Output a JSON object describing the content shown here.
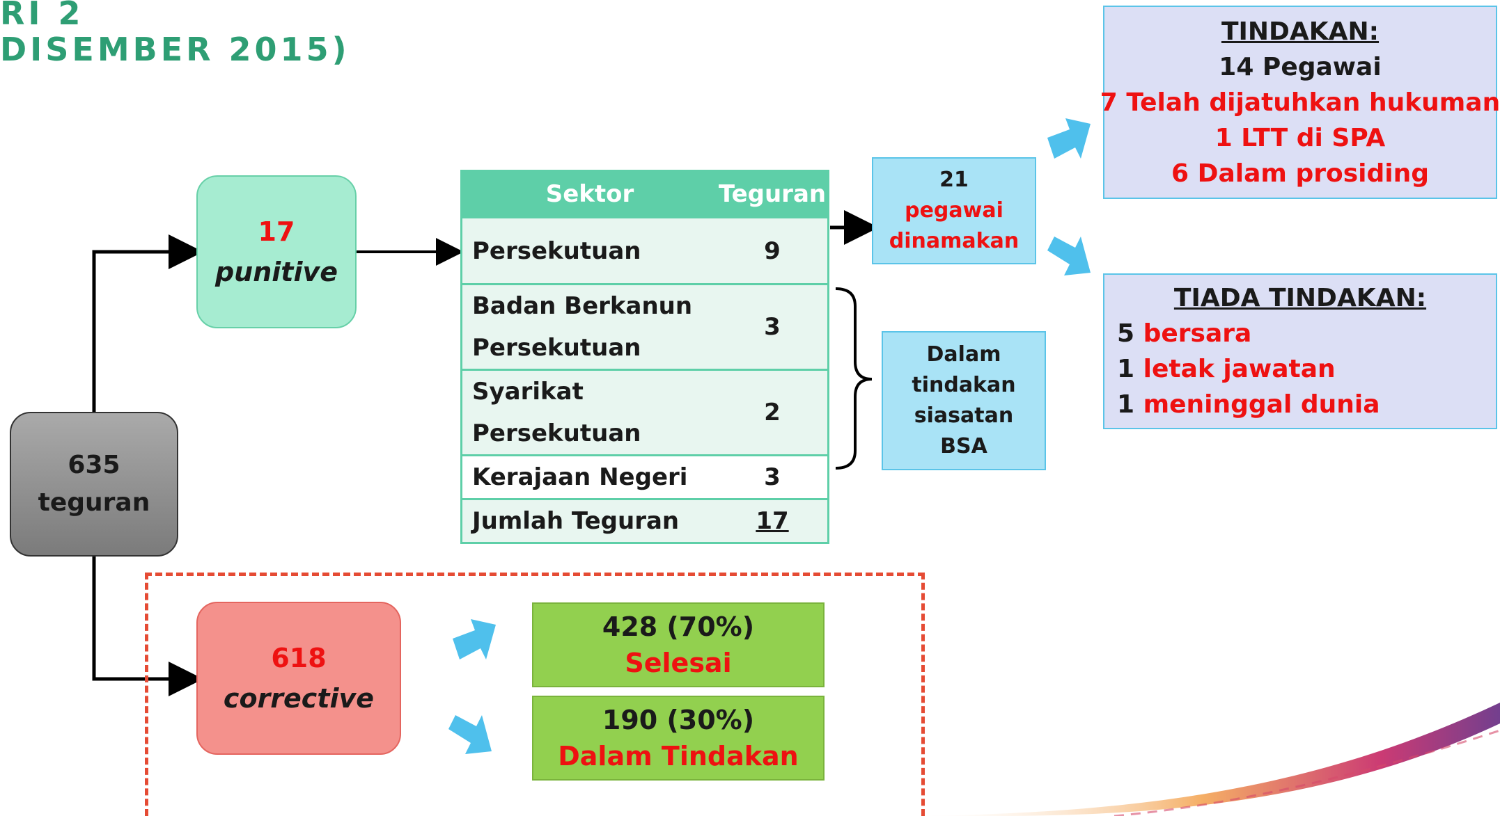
{
  "header": {
    "line1": "RI 2",
    "line2": "DISEMBER 2015)"
  },
  "total": {
    "value": "635",
    "label": "teguran"
  },
  "punitive": {
    "value": "17",
    "label": "punitive"
  },
  "corrective": {
    "value": "618",
    "label": "corrective"
  },
  "table": {
    "headers": [
      "Sektor",
      "Teguran"
    ],
    "rows": [
      {
        "sektor": "Persekutuan",
        "teguran": "9"
      },
      {
        "sektor_l1": "Badan Berkanun",
        "sektor_l2": "Persekutuan",
        "teguran": "3"
      },
      {
        "sektor_l1": "Syarikat",
        "sektor_l2": "Persekutuan",
        "teguran": "2"
      },
      {
        "sektor": "Kerajaan Negeri",
        "teguran": "3"
      },
      {
        "sektor": "Jumlah Teguran",
        "teguran": "17"
      }
    ]
  },
  "named": {
    "count": "21",
    "line1": "pegawai",
    "line2": "dinamakan"
  },
  "investigation": {
    "lines": [
      "Dalam",
      "tindakan",
      "siasatan",
      "BSA"
    ]
  },
  "tindakan": {
    "title": "TINDAKAN:",
    "lines": [
      "14 Pegawai",
      "7 Telah dijatuhkan hukuman",
      "1 LTT di SPA",
      "6 Dalam prosiding"
    ]
  },
  "tiada_tindakan": {
    "title": "TIADA TINDAKAN:",
    "items": [
      {
        "num": "5",
        "text": "bersara"
      },
      {
        "num": "1",
        "text": "letak jawatan"
      },
      {
        "num": "1",
        "text": "meninggal dunia"
      }
    ]
  },
  "status": {
    "selesai": {
      "value": "428 (70%)",
      "label": "Selesai"
    },
    "dalam": {
      "value": "190 (30%)",
      "label": "Dalam Tindakan"
    }
  },
  "colors": {
    "accent_red": "#ee1111",
    "title_green": "#2e9e74",
    "table_header": "#5ecfa8",
    "arrow_blue": "#4fc0ec",
    "status_green": "#92d04f"
  }
}
